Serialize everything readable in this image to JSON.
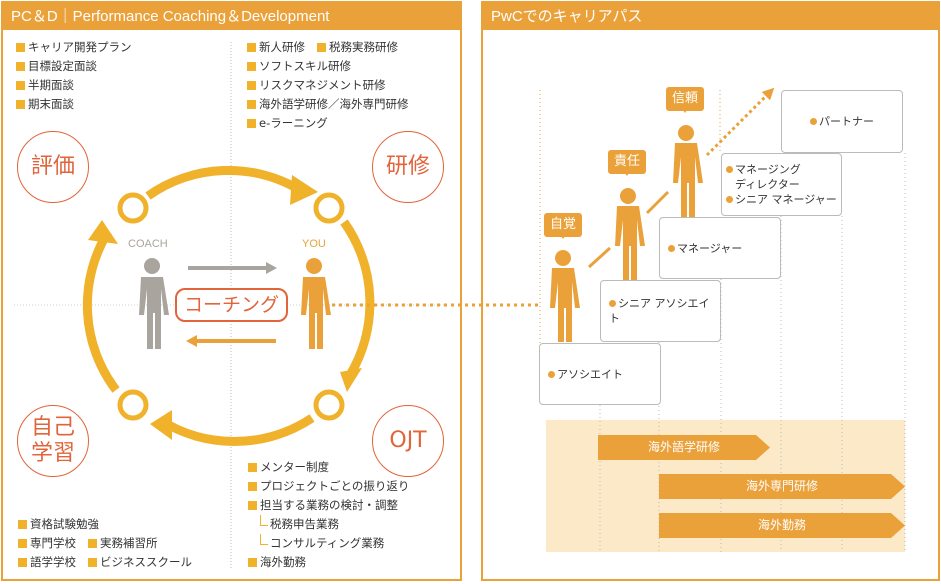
{
  "left": {
    "title": "PC＆D｜Performance Coaching＆Development",
    "eval_items": [
      "キャリア開発プラン",
      "目標設定面談",
      "半期面談",
      "期末面談"
    ],
    "training_items": [
      [
        "新人研修",
        "税務実務研修"
      ],
      [
        "ソフトスキル研修"
      ],
      [
        "リスクマネジメント研修"
      ],
      [
        "海外語学研修／海外専門研修"
      ],
      [
        "e-ラーニング"
      ]
    ],
    "self_items": [
      [
        "資格試験勉強"
      ],
      [
        "専門学校",
        "実務補習所"
      ],
      [
        "語学学校",
        "ビジネススクール"
      ]
    ],
    "ojt_items": [
      "メンター制度",
      "プロジェクトごとの振り返り",
      "担当する業務の検討・調整"
    ],
    "ojt_sub": [
      "税務申告業務",
      "コンサルティング業務"
    ],
    "ojt_last": "海外勤務",
    "tags": {
      "eval": "評価",
      "training": "研修",
      "self1": "自己",
      "self2": "学習",
      "ojt": "OJT"
    },
    "coach_label": "COACH",
    "you_label": "YOU",
    "coaching": "コーチング"
  },
  "right": {
    "title": "PwCでのキャリアパス",
    "bubbles": [
      "自覚",
      "責任",
      "信頼"
    ],
    "levels": {
      "associate": "アソシエイト",
      "senior_associate": "シニア アソシエイト",
      "manager": "マネージャー",
      "md1": "マネージング",
      "md2": "ディレクター",
      "senior_manager": "シニア マネージャー",
      "partner": "パートナー"
    },
    "programs": [
      "海外語学研修",
      "海外専門研修",
      "海外勤務"
    ]
  },
  "colors": {
    "accent": "#eaa13a",
    "red": "#e2643a",
    "gray": "#a9a49d"
  }
}
